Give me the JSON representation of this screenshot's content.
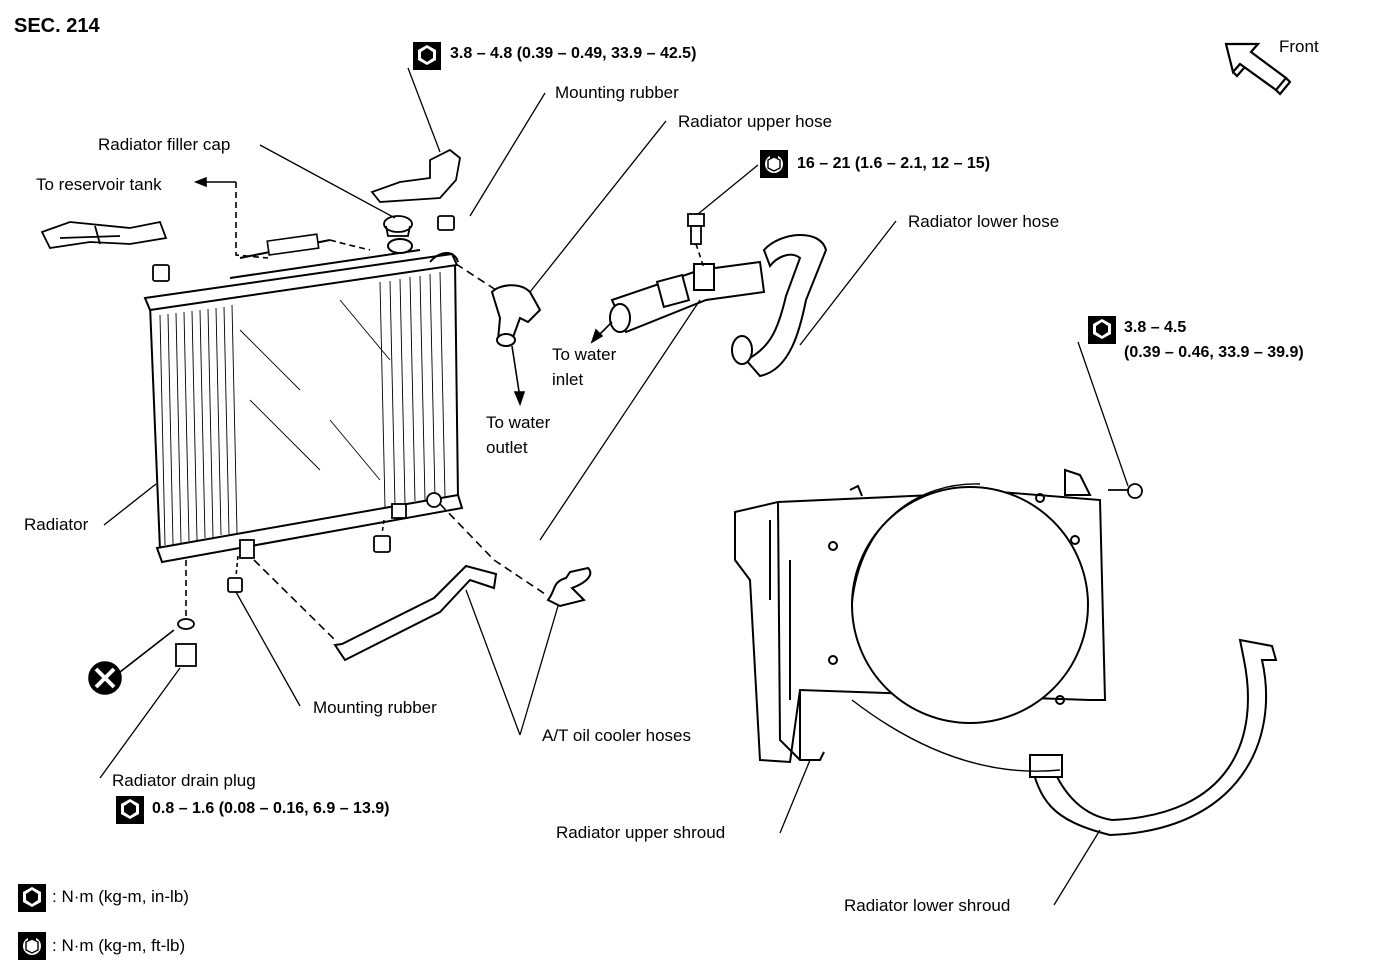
{
  "section": "SEC. 214",
  "front_label": "Front",
  "labels": {
    "mounting_rubber_top": "Mounting rubber",
    "radiator_upper_hose": "Radiator upper hose",
    "radiator_filler_cap": "Radiator filler cap",
    "to_reservoir_tank": "To reservoir tank",
    "radiator_lower_hose": "Radiator lower hose",
    "to_water_inlet_1": "To water",
    "to_water_inlet_2": "inlet",
    "to_water_outlet_1": "To water",
    "to_water_outlet_2": "outlet",
    "radiator": "Radiator",
    "mounting_rubber_bottom": "Mounting rubber",
    "at_oil_cooler_hoses": "A/T oil cooler hoses",
    "radiator_drain_plug": "Radiator drain plug",
    "radiator_upper_shroud": "Radiator upper shroud",
    "radiator_lower_shroud": "Radiator lower shroud"
  },
  "torques": {
    "top_bracket": "3.8 – 4.8 (0.39 – 0.49, 33.9 – 42.5)",
    "upper_hose_bolt": "16 – 21 (1.6 – 2.1, 12 – 15)",
    "shroud_bolt_1": "3.8 – 4.5",
    "shroud_bolt_2": "(0.39 – 0.46, 33.9 – 39.9)",
    "drain_plug": "0.8 – 1.6 (0.08 – 0.16, 6.9 – 13.9)"
  },
  "legend": [
    {
      "icon": "torque-nm-inlb-icon",
      "text": ": N·m (kg-m, in-lb)"
    },
    {
      "icon": "torque-nm-ftlb-icon",
      "text": ": N·m (kg-m, ft-lb)"
    }
  ]
}
